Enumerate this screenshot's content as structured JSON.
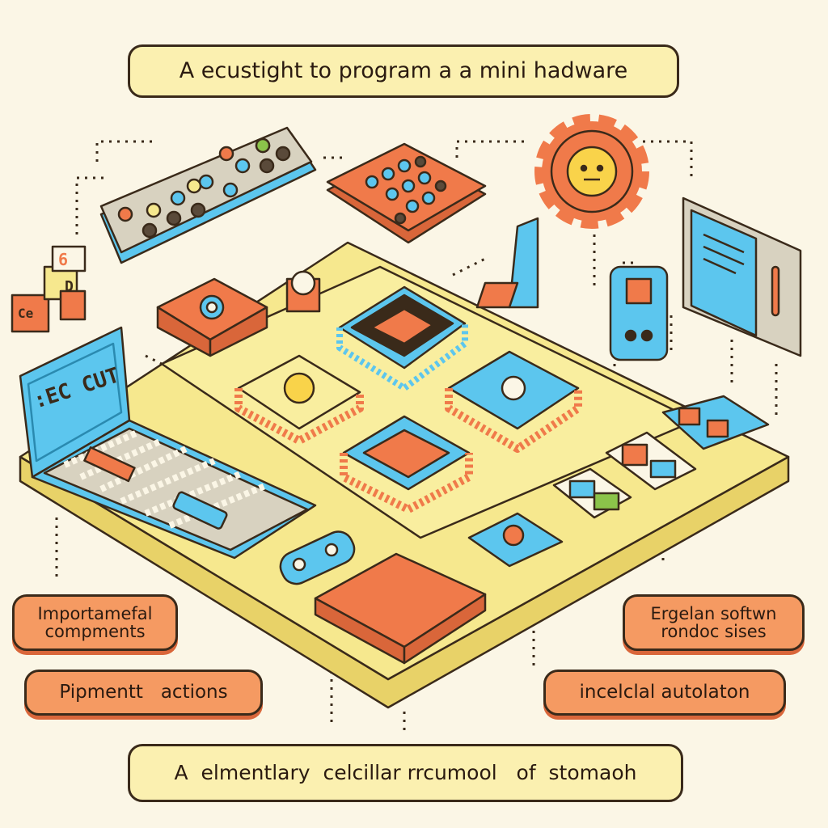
{
  "title": "A ecustight to program a a mini hadware",
  "labels": {
    "left_top": "Importamefal compments",
    "left_bottom": "Pipmentt   actions",
    "right_top": "Ergelan softwn rondoc sises",
    "right_bottom": "incelclal autolaton",
    "bottom": "A  elmentlary  celcillar rrcumool   of  stomaoh"
  },
  "laptop_screen_text": ":EC CUT",
  "cubes": [
    "6",
    "D",
    "Ce"
  ],
  "colors": {
    "background": "#fbf6e6",
    "board": "#f6e88e",
    "orange": "#f07a4a",
    "blue": "#5cc6ee",
    "outline": "#3a2a1a"
  }
}
